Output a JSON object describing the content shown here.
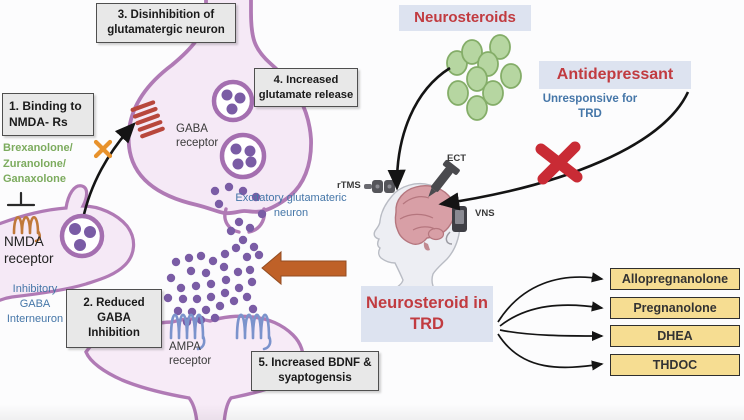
{
  "left_pathway": {
    "step1": "1. Binding to NMDA- Rs",
    "step2": "2. Reduced GABA Inhibition",
    "step3": "3. Disinhibition of glutamatergic neuron",
    "step4": "4. Increased glutamate release",
    "step5": "5. Increased BDNF & syaptogensis",
    "drugs": [
      "Brexanolone/",
      "Zuranolone/",
      "Ganaxolone"
    ],
    "nmda_receptor_label": "NMDA receptor",
    "gaba_receptor_label": "GABA receptor",
    "ampa_receptor_label": "AMPA receptor",
    "inhibitory_neuron_label": "Inhibitory GABA Interneuron",
    "excitatory_neuron_label": "Excitatory glutamateric neuron"
  },
  "right_panel": {
    "neurosteroids_title": "Neurosteroids",
    "antidepressant_title": "Antidepressant",
    "antidepressant_note": "Unresponsive for TRD",
    "treatment_rtms": "rTMS",
    "treatment_ect": "ECT",
    "treatment_vns": "VNS",
    "neurosteroid_trd_title": "Neurosteroid in TRD",
    "neurosteroids_in_trd": [
      "Allopregnanolone",
      "Pregnanolone",
      "DHEA",
      "THDOC"
    ]
  },
  "icons": {
    "rtms": "tms-coil-icon",
    "ect": "ect-electrode-icon",
    "vns": "vns-device-icon",
    "inhibition": "t-bar-icon",
    "blocked": "red-cross-icon"
  },
  "colors": {
    "accent_red": "#c13b40",
    "note_blue": "#4576a8",
    "drug_green": "#7cab5e",
    "label_lavender": "#dde3f0",
    "steroid_yellow": "#f6dd92",
    "neuron_fill": "#f5e9f6",
    "neuron_border": "#b07ab5",
    "glutamate_purple": "#7a5ca5",
    "neurosteroid_green": "#b6d6a1",
    "gaba_receptor_red": "#b8473c",
    "nmda_receptor_orange": "#c0793a",
    "ampa_receptor_blue": "#7b93cc",
    "block_arrow_orange": "#bf6128"
  }
}
